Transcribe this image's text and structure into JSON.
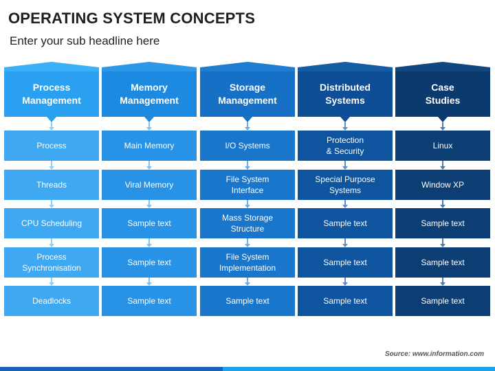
{
  "title": "OPERATING SYSTEM CONCEPTS",
  "subtitle": "Enter your sub headline here",
  "source": "Source: www.information.com",
  "columns": [
    {
      "header": "Process\nManagement",
      "header_color": "#2aa0f0",
      "header_top_color": "#3cb0f7",
      "cell_color": "#3ea8f2",
      "line_color": "#8fd0fb",
      "items": [
        "Process",
        "Threads",
        "CPU Scheduling",
        "Process\nSynchronisation",
        "Deadlocks"
      ]
    },
    {
      "header": "Memory\nManagement",
      "header_color": "#1b8ae0",
      "header_top_color": "#2d98e8",
      "cell_color": "#2893e6",
      "line_color": "#7cc2f4",
      "items": [
        "Main Memory",
        "Viral Memory",
        "Sample text",
        "Sample text",
        "Sample text"
      ]
    },
    {
      "header": "Storage\nManagement",
      "header_color": "#1570c6",
      "header_top_color": "#1f7dd0",
      "cell_color": "#1a76cb",
      "line_color": "#6aaee8",
      "items": [
        "I/O Systems",
        "File System\nInterface",
        "Mass Storage\nStructure",
        "File System\nImplementation",
        "Sample text"
      ]
    },
    {
      "header": "Distributed\nSystems",
      "header_color": "#0d4e97",
      "header_top_color": "#155ba6",
      "cell_color": "#0f549f",
      "line_color": "#5a8fcb",
      "items": [
        "Protection\n& Security",
        "Special Purpose\nSystems",
        "Sample text",
        "Sample text",
        "Sample text"
      ]
    },
    {
      "header": "Case\nStudies",
      "header_color": "#0b3a6e",
      "header_top_color": "#12467f",
      "cell_color": "#0c3e74",
      "line_color": "#4f7db1",
      "items": [
        "Linux",
        "Window XP",
        "Sample text",
        "Sample text",
        "Sample text"
      ]
    }
  ]
}
